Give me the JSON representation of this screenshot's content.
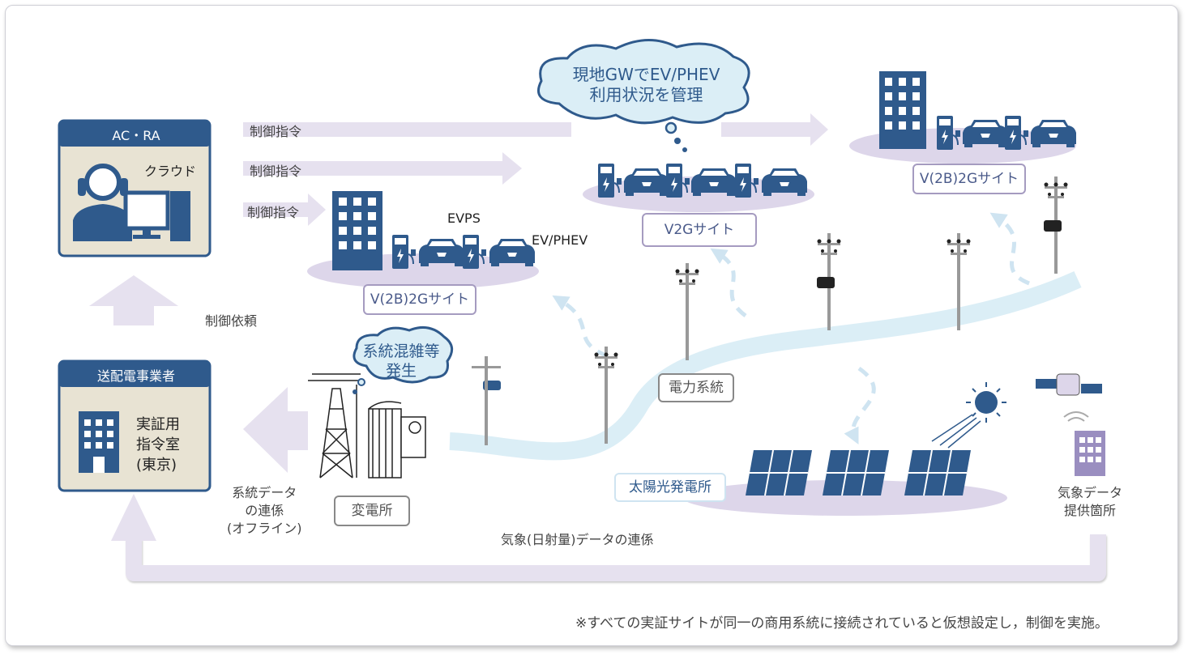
{
  "control_room": {
    "title": "AC・RA",
    "label": "クラウド"
  },
  "operator": {
    "title": "送配電事業者",
    "label_line1": "実証用",
    "label_line2": "指令室",
    "label_line3": "(東京)"
  },
  "arrows": {
    "command1": "制御指令",
    "command2": "制御指令",
    "command3": "制御指令",
    "request": "制御依頼",
    "grid_data_line1": "系統データ",
    "grid_data_line2": "の連係",
    "grid_data_line3": "(オフライン)",
    "weather_link": "気象(日射量)データの連係"
  },
  "bubbles": {
    "gw_line1": "現地GWでEV/PHEV",
    "gw_line2": "利用状況を管理",
    "congestion_line1": "系統混雑等",
    "congestion_line2": "発生"
  },
  "sites": {
    "v2b2g_left": "V(2B)2Gサイト",
    "v2g": "V2Gサイト",
    "v2b2g_right": "V(2B)2Gサイト",
    "evps": "EVPS",
    "ev_phev": "EV/PHEV"
  },
  "facilities": {
    "grid": "電力系統",
    "substation": "変電所",
    "solar": "太陽光発電所",
    "weather_line1": "気象データ",
    "weather_line2": "提供箇所"
  },
  "footnote": "※すべての実証サイトが同一の商用系統に接続されていると仮想設定し，制御を実施。",
  "colors": {
    "navy": "#2f5a8c",
    "panel": "#e8e3d3",
    "arrow": "#e6e1ef",
    "cyan": "#dbeef6",
    "ellipse": "#ddd6ea"
  }
}
